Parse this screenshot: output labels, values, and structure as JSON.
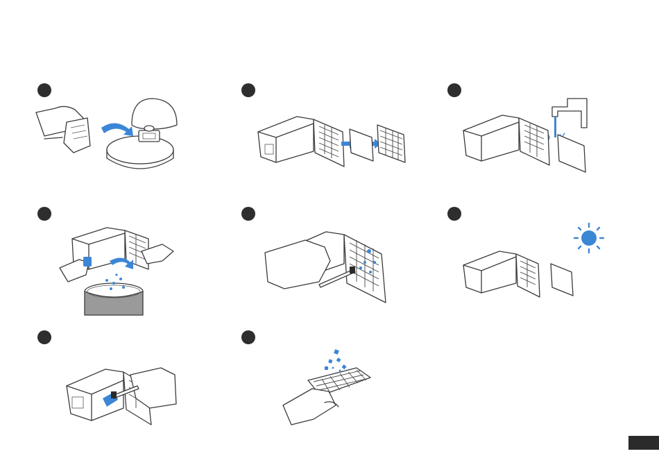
{
  "figure": {
    "colors": {
      "accent_blue": "#3c86d6",
      "line_dark": "#3a3a3a",
      "step_dot": "#2e2e2e",
      "background": "#ffffff",
      "bucket_gray": "#9a9a9a"
    },
    "steps": [
      {
        "id": 1,
        "icon": "remove-dustbin-from-robot"
      },
      {
        "id": 2,
        "icon": "remove-filter-from-dustbin"
      },
      {
        "id": 3,
        "icon": "rinse-filter-under-tap"
      },
      {
        "id": 4,
        "icon": "empty-dustbin-into-trash"
      },
      {
        "id": 5,
        "icon": "brush-filter-clean"
      },
      {
        "id": 6,
        "icon": "dry-filter-in-sun"
      },
      {
        "id": 7,
        "icon": "brush-dustbin-interior"
      },
      {
        "id": 8,
        "icon": "tap-filter-to-remove-dust"
      }
    ]
  }
}
